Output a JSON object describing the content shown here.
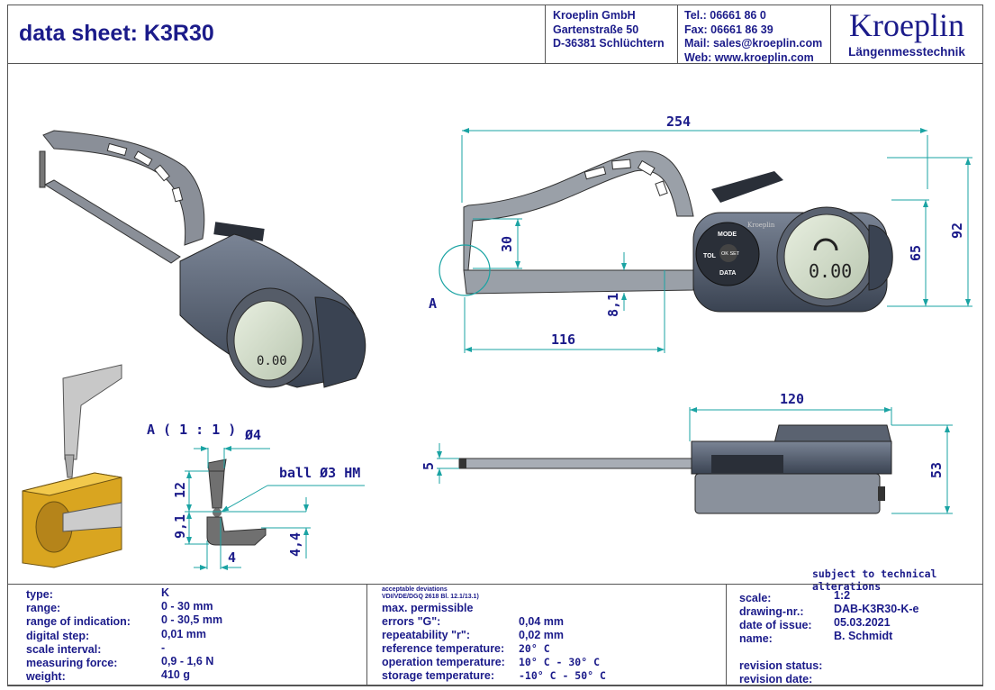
{
  "header": {
    "title": "data sheet:  K3R30",
    "company": [
      "Kroeplin GmbH",
      "Gartenstraße 50",
      "D-36381 Schlüchtern"
    ],
    "contact": [
      "Tel.:  06661 86 0",
      "Fax:  06661 86 39",
      "Mail: sales@kroeplin.com",
      "Web: www.kroeplin.com"
    ],
    "logo": "Kroeplin",
    "logo_sub": "Längenmesstechnik"
  },
  "drawing": {
    "dims": {
      "overall_length": "254",
      "height_92": "92",
      "height_65": "65",
      "range_30": "30",
      "jaw_8_1": "8,1",
      "depth_116": "116",
      "width_120": "120",
      "thick_5": "5",
      "height_53": "53"
    },
    "view_marker": "A",
    "detail": {
      "title": "A ( 1 : 1 )",
      "dia4": "Ø4",
      "ball": "ball Ø3 HM",
      "d12": "12",
      "d9_1": "9,1",
      "d4_4": "4,4",
      "d4": "4"
    },
    "gauge_labels": {
      "mode": "MODE",
      "tol": "TOL",
      "ok_set": "OK SET",
      "data": "DATA",
      "reading": "0.00",
      "brand": "Kroeplin"
    },
    "note": "subject to technical alterations"
  },
  "specs": [
    {
      "label": "type:",
      "value": "K"
    },
    {
      "label": "range:",
      "value": "0 - 30 mm"
    },
    {
      "label": "range of indication:",
      "value": "0 - 30,5 mm"
    },
    {
      "label": "digital step:",
      "value": "0,01 mm"
    },
    {
      "label": "scale interval:",
      "value": "-"
    },
    {
      "label": "measuring force:",
      "value": "0,9 - 1,6 N"
    },
    {
      "label": "weight:",
      "value": "410 g"
    }
  ],
  "deviations": {
    "note1": "acceptable deviations",
    "note2": "VDI/VDE/DGQ 2618 Bl. 12.1/13.1)",
    "heading": "max. permissible",
    "rows": [
      {
        "label": "errors \"G\":",
        "value": "0,04 mm"
      },
      {
        "label": "repeatability \"r\":",
        "value": "0,02 mm"
      },
      {
        "label": "reference temperature:",
        "value": "20° C"
      },
      {
        "label": "operation temperature:",
        "value": "10° C - 30° C"
      },
      {
        "label": "storage temperature:",
        "value": "-10° C - 50° C"
      }
    ]
  },
  "drawing_info": [
    {
      "label": "scale:",
      "value": "1:2"
    },
    {
      "label": "drawing-nr.:",
      "value": "DAB-K3R30-K-e"
    },
    {
      "label": "date of issue:",
      "value": "05.03.2021"
    },
    {
      "label": "name:",
      "value": "B. Schmidt"
    },
    {
      "label": "revision status:",
      "value": ""
    },
    {
      "label": "revision date:",
      "value": ""
    }
  ],
  "colors": {
    "text": "#1b1b8a",
    "dimension_line": "#1aa3a3",
    "body": "#4a5566",
    "block": "#d9a520"
  }
}
